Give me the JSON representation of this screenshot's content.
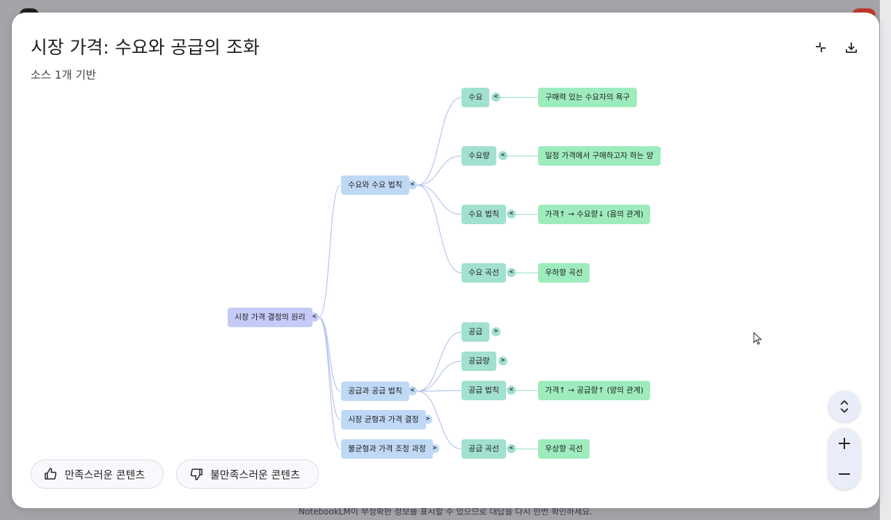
{
  "background": {
    "footer_notice": "NotebookLM이 부정확한 정보를 표시할 수 있으므로 대답을 다시 한번 확인하세요."
  },
  "header": {
    "title": "시장 가격: 수요와 공급의 조화",
    "subtitle": "소스 1개 기반",
    "collapse_icon": "collapse-icon",
    "download_icon": "download-icon"
  },
  "mindmap": {
    "root": "시장 가격 결정의 원리",
    "demand": {
      "label": "수요와 수요 법칙",
      "children": [
        "수요",
        "수요량",
        "수요 법칙",
        "수요 곡선"
      ],
      "details": [
        "구매력 있는 수요자의 욕구",
        "일정 가격에서 구매하고자 하는 양",
        "가격↑ → 수요량↓ (음의 관계)",
        "우하향 곡선"
      ]
    },
    "supply": {
      "label": "공급과 공급 법칙",
      "children": [
        "공급",
        "공급량",
        "공급 법칙",
        "공급 곡선"
      ],
      "details": [
        "가격↑ → 공급량↑ (양의 관계)",
        "우상향 곡선"
      ]
    },
    "equilibrium": "시장 균형과 가격 결정",
    "disequilibrium": "불균형과 가격 조정 과정",
    "toggle_expanded": "<",
    "toggle_collapsed": ">"
  },
  "feedback": {
    "good": "만족스러운 콘텐츠",
    "bad": "불만족스러운 콘텐츠"
  },
  "controls": {
    "expand_all_icon": "unfold-icon",
    "zoom_in": "+",
    "zoom_out": "−"
  },
  "colors": {
    "root": "#c5cbf6",
    "level1": "#bfd8f5",
    "level2": "#a2e0d0",
    "level3": "#9eecbd",
    "link": "#b6c4ee"
  }
}
